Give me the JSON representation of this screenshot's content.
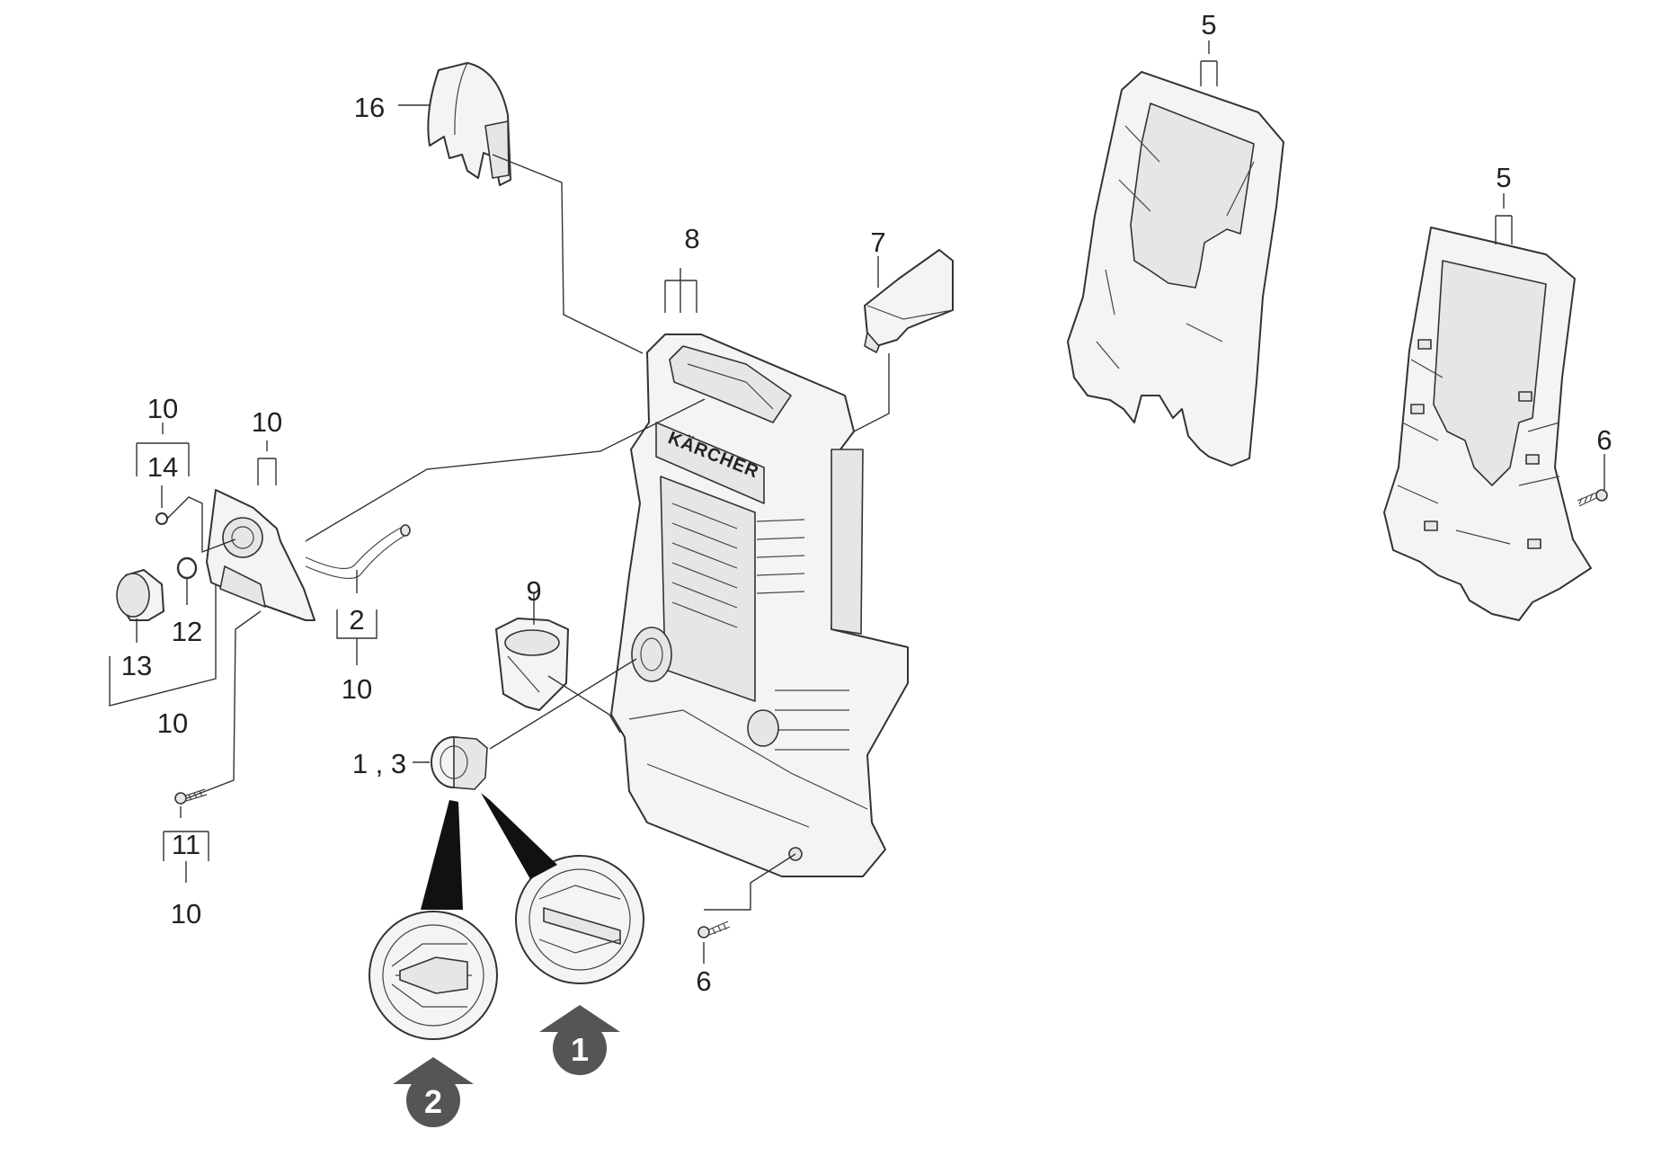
{
  "brand": "KÄRCHER",
  "callouts": {
    "c16": "16",
    "c8": "8",
    "c7": "7",
    "c5a": "5",
    "c5b": "5",
    "c6a": "6",
    "c6b": "6",
    "c10_top": "10",
    "c14": "14",
    "c10_mid": "10",
    "c12": "12",
    "c13": "13",
    "c10_left": "10",
    "c2": "2",
    "c10_right": "10",
    "c9": "9",
    "c13_label": "1 , 3",
    "c11": "11",
    "c10_bottom": "10"
  },
  "badges": {
    "variant_1": "1",
    "variant_2": "2"
  },
  "colors": {
    "line": "#333333",
    "badge": "#555555",
    "part_fill": "#f4f4f4"
  }
}
